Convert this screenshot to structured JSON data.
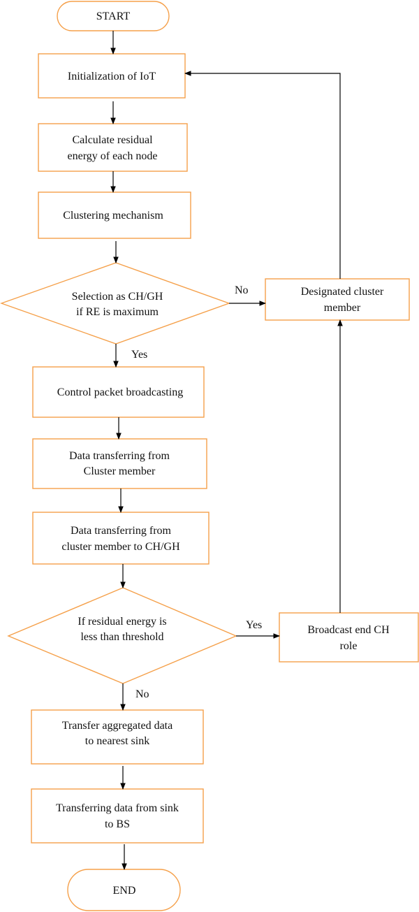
{
  "flowchart": {
    "colors": {
      "shape_stroke": "#F5A04A",
      "connector": "#000000",
      "text": "#111111"
    },
    "nodes": {
      "start": {
        "label": "START"
      },
      "init": {
        "label": "Initialization of IoT"
      },
      "residual": {
        "line1": "Calculate residual",
        "line2": "energy of each node"
      },
      "clustering": {
        "label": "Clustering mechanism"
      },
      "selection": {
        "line1": "Selection as CH/GH",
        "line2": "if RE is maximum"
      },
      "designated": {
        "line1": "Designated cluster",
        "line2": "member"
      },
      "control": {
        "label": "Control packet broadcasting"
      },
      "transfer_cm": {
        "line1": "Data transferring from",
        "line2": "Cluster member"
      },
      "transfer_ch": {
        "line1": "Data transferring from",
        "line2": "cluster member to CH/GH"
      },
      "threshold": {
        "line1": "If residual energy is",
        "line2": "less than threshold"
      },
      "broadcast_end": {
        "line1": "Broadcast end CH",
        "line2": "role"
      },
      "aggregate": {
        "line1": "Transfer aggregated data",
        "line2": "to nearest sink"
      },
      "sink_bs": {
        "line1": "Transferring data from sink",
        "line2": "to BS"
      },
      "end": {
        "label": "END"
      }
    },
    "edge_labels": {
      "selection_no": "No",
      "selection_yes": "Yes",
      "threshold_yes": "Yes",
      "threshold_no": "No"
    }
  }
}
